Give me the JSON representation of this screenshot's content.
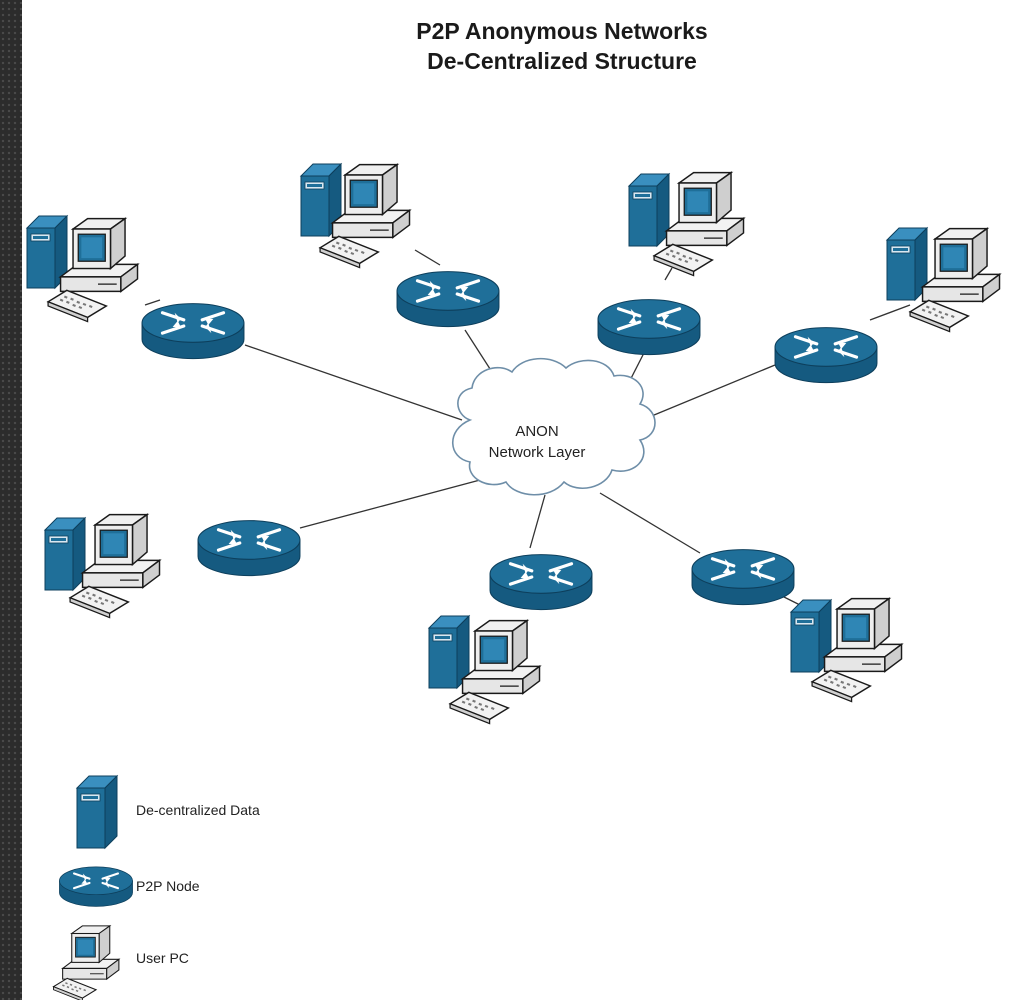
{
  "title": {
    "line1": "P2P Anonymous Networks",
    "line2": "De-Centralized Structure"
  },
  "cloud": {
    "line1": "ANON",
    "line2": "Network Layer",
    "icon": "cloud-icon"
  },
  "colors": {
    "device_blue": "#1f6f99",
    "device_dark": "#155a80",
    "outline": "#1a1a1a",
    "background": "#ffffff",
    "frame": "#2c2c2c"
  },
  "nodes": [
    {
      "id": "node-1",
      "icons": [
        "server-icon",
        "computer-icon",
        "router-icon"
      ]
    },
    {
      "id": "node-2",
      "icons": [
        "server-icon",
        "computer-icon",
        "router-icon"
      ]
    },
    {
      "id": "node-3",
      "icons": [
        "server-icon",
        "computer-icon",
        "router-icon"
      ]
    },
    {
      "id": "node-4",
      "icons": [
        "server-icon",
        "computer-icon",
        "router-icon"
      ]
    },
    {
      "id": "node-5",
      "icons": [
        "server-icon",
        "computer-icon",
        "router-icon"
      ]
    },
    {
      "id": "node-6",
      "icons": [
        "server-icon",
        "computer-icon",
        "router-icon"
      ]
    },
    {
      "id": "node-7",
      "icons": [
        "server-icon",
        "computer-icon",
        "router-icon"
      ]
    }
  ],
  "legend": [
    {
      "label": "De-centralized Data",
      "icon": "server-icon"
    },
    {
      "label": "P2P Node",
      "icon": "router-icon"
    },
    {
      "label": "User PC",
      "icon": "computer-icon"
    }
  ]
}
